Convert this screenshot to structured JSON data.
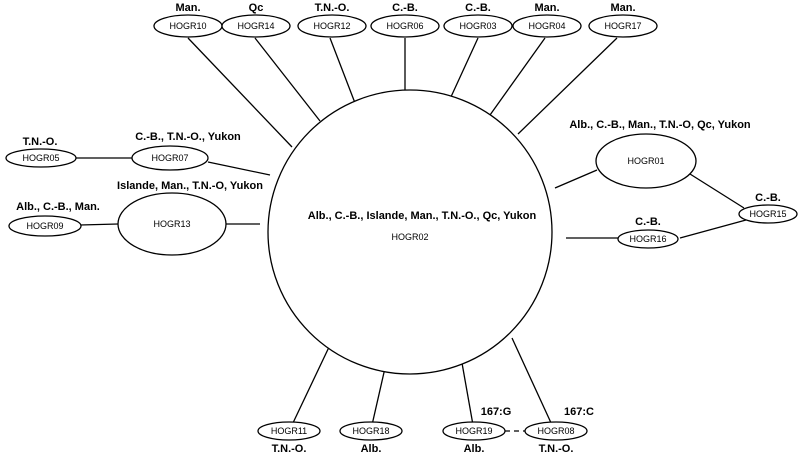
{
  "nodes": {
    "hogr02": {
      "id": "HOGR02",
      "locations": "Alb., C.-B., Islande, Man., T.N.-O., Qc, Yukon"
    },
    "hogr10": {
      "id": "HOGR10",
      "locations": "Man."
    },
    "hogr14": {
      "id": "HOGR14",
      "locations": "Qc"
    },
    "hogr12": {
      "id": "HOGR12",
      "locations": "T.N.-O."
    },
    "hogr06": {
      "id": "HOGR06",
      "locations": "C.-B."
    },
    "hogr03": {
      "id": "HOGR03",
      "locations": "C.-B."
    },
    "hogr04": {
      "id": "HOGR04",
      "locations": "Man."
    },
    "hogr17": {
      "id": "HOGR17",
      "locations": "Man."
    },
    "hogr05": {
      "id": "HOGR05",
      "locations": "T.N.-O."
    },
    "hogr07": {
      "id": "HOGR07",
      "locations": "C.-B., T.N.-O., Yukon"
    },
    "hogr13": {
      "id": "HOGR13",
      "locations": "Islande, Man., T.N.-O, Yukon"
    },
    "hogr09": {
      "id": "HOGR09",
      "locations": "Alb., C.-B., Man."
    },
    "hogr01": {
      "id": "HOGR01",
      "locations": "Alb., C.-B., Man., T.N.-O, Qc, Yukon"
    },
    "hogr15": {
      "id": "HOGR15",
      "locations": "C.-B."
    },
    "hogr16": {
      "id": "HOGR16",
      "locations": "C.-B."
    },
    "hogr11": {
      "id": "HOGR11",
      "locations": "T.N.-O."
    },
    "hogr18": {
      "id": "HOGR18",
      "locations": "Alb."
    },
    "hogr19": {
      "id": "HOGR19",
      "locations": "Alb.",
      "mutation": "167:G"
    },
    "hogr08": {
      "id": "HOGR08",
      "locations": "T.N.-O.",
      "mutation": "167:C"
    }
  }
}
